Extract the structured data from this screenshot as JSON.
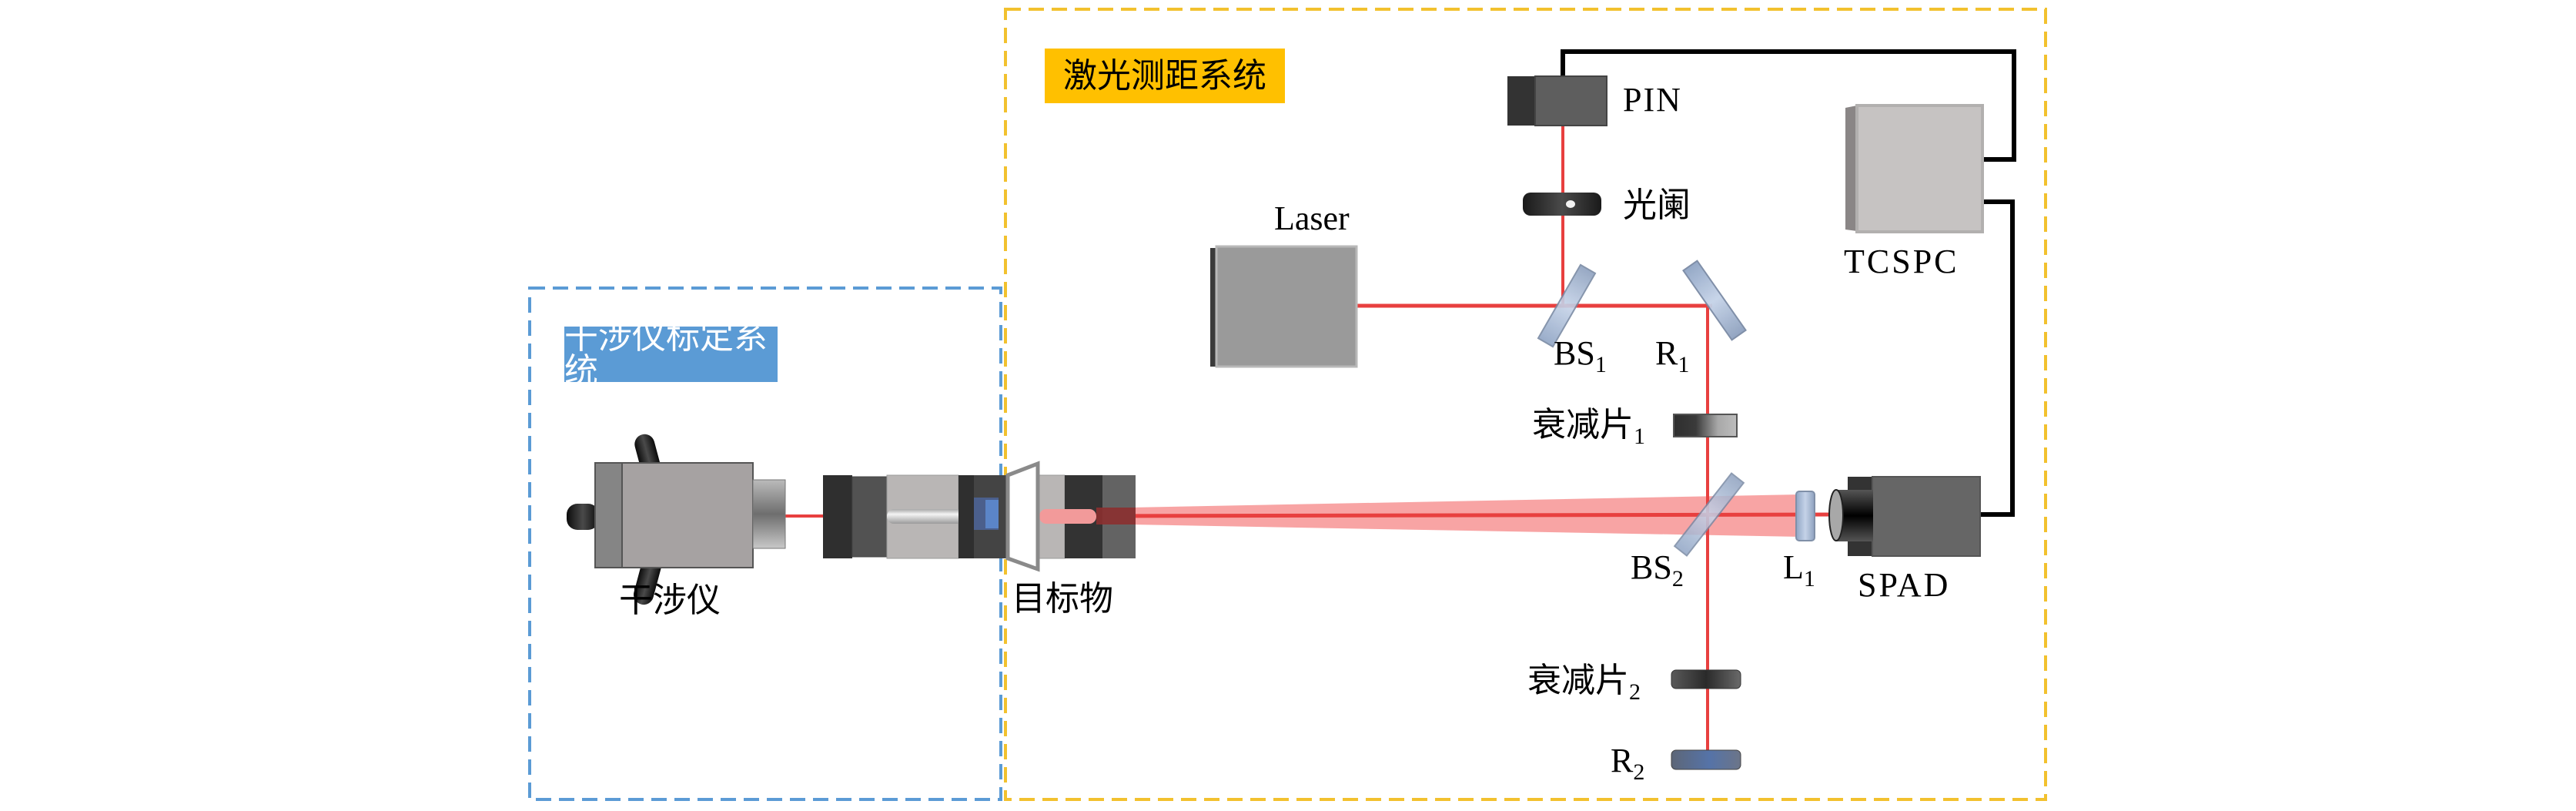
{
  "colors": {
    "beam": "#E8403F",
    "beam_wide": "#F79494",
    "laser_system_border": "#F2C12E",
    "laser_system_tag_bg": "#FFC000",
    "calib_system_border": "#5B9BD5",
    "calib_system_tag_bg": "#5B9BD5",
    "wire": "#000000"
  },
  "systems": {
    "laser_ranging": {
      "title": "激光测距系统"
    },
    "interferometer_calibration": {
      "title": "干涉仪标定系统"
    }
  },
  "components": {
    "laser": {
      "label": "Laser"
    },
    "pin": {
      "label": "PIN"
    },
    "aperture": {
      "label": "光阑"
    },
    "bs1": {
      "label": "BS",
      "sub": "1"
    },
    "r1": {
      "label": "R",
      "sub": "1"
    },
    "tcspc": {
      "label": "TCSPC"
    },
    "attenuator1": {
      "label": "衰减片",
      "sub": "1"
    },
    "bs2": {
      "label": "BS",
      "sub": "2"
    },
    "l1": {
      "label": "L",
      "sub": "1"
    },
    "spad": {
      "label": "SPAD"
    },
    "attenuator2": {
      "label": "衰减片",
      "sub": "2"
    },
    "r2": {
      "label": "R",
      "sub": "2"
    },
    "interferometer": {
      "label": "干涉仪"
    },
    "target": {
      "label": "目标物"
    }
  }
}
